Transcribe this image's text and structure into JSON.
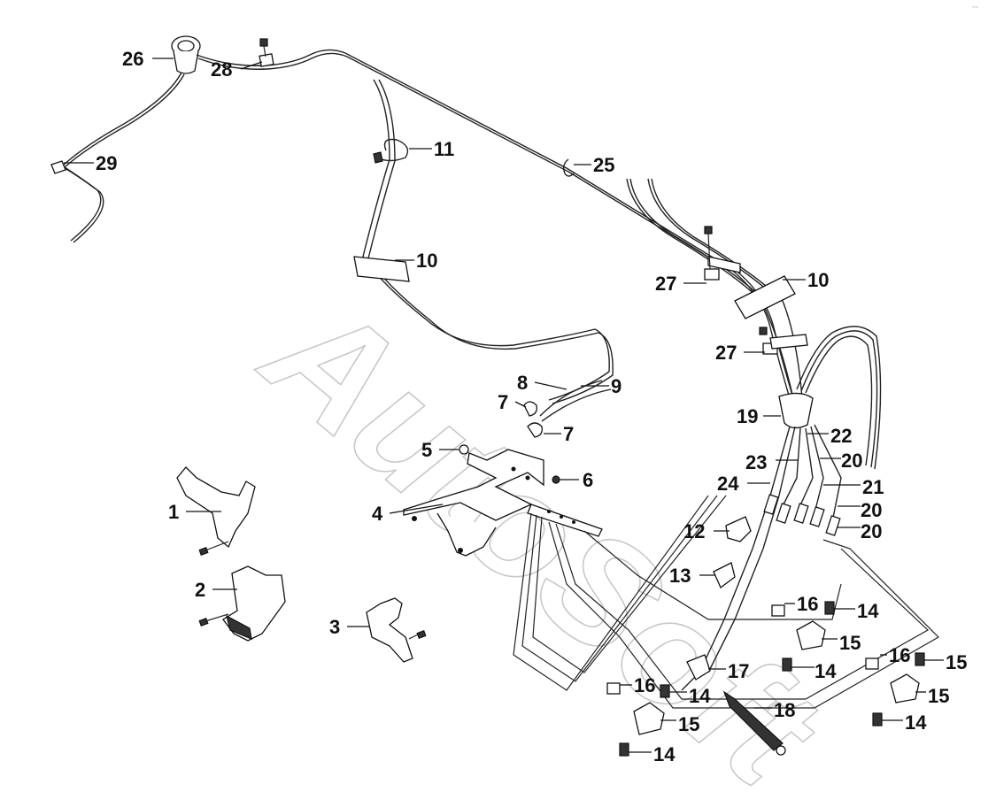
{
  "watermark": "AutoSoft",
  "corner_mark": "~~",
  "callouts": [
    {
      "id": "c1",
      "label": "1"
    },
    {
      "id": "c2",
      "label": "2"
    },
    {
      "id": "c3",
      "label": "3"
    },
    {
      "id": "c4",
      "label": "4"
    },
    {
      "id": "c5",
      "label": "5"
    },
    {
      "id": "c6",
      "label": "6"
    },
    {
      "id": "c7a",
      "label": "7"
    },
    {
      "id": "c7b",
      "label": "7"
    },
    {
      "id": "c8",
      "label": "8"
    },
    {
      "id": "c9",
      "label": "9"
    },
    {
      "id": "c10a",
      "label": "10"
    },
    {
      "id": "c10b",
      "label": "10"
    },
    {
      "id": "c11",
      "label": "11"
    },
    {
      "id": "c12",
      "label": "12"
    },
    {
      "id": "c13",
      "label": "13"
    },
    {
      "id": "c14a",
      "label": "14"
    },
    {
      "id": "c14b",
      "label": "14"
    },
    {
      "id": "c14c",
      "label": "14"
    },
    {
      "id": "c14d",
      "label": "14"
    },
    {
      "id": "c14e",
      "label": "14"
    },
    {
      "id": "c15a",
      "label": "15"
    },
    {
      "id": "c15b",
      "label": "15"
    },
    {
      "id": "c15c",
      "label": "15"
    },
    {
      "id": "c15d",
      "label": "15"
    },
    {
      "id": "c16a",
      "label": "16"
    },
    {
      "id": "c16b",
      "label": "16"
    },
    {
      "id": "c16c",
      "label": "16"
    },
    {
      "id": "c17",
      "label": "17"
    },
    {
      "id": "c18",
      "label": "18"
    },
    {
      "id": "c19",
      "label": "19"
    },
    {
      "id": "c20a",
      "label": "20"
    },
    {
      "id": "c20b",
      "label": "20"
    },
    {
      "id": "c20c",
      "label": "20"
    },
    {
      "id": "c21",
      "label": "21"
    },
    {
      "id": "c22",
      "label": "22"
    },
    {
      "id": "c23",
      "label": "23"
    },
    {
      "id": "c24",
      "label": "24"
    },
    {
      "id": "c25",
      "label": "25"
    },
    {
      "id": "c26",
      "label": "26"
    },
    {
      "id": "c27a",
      "label": "27"
    },
    {
      "id": "c27b",
      "label": "27"
    },
    {
      "id": "c28",
      "label": "28"
    },
    {
      "id": "c29",
      "label": "29"
    }
  ]
}
